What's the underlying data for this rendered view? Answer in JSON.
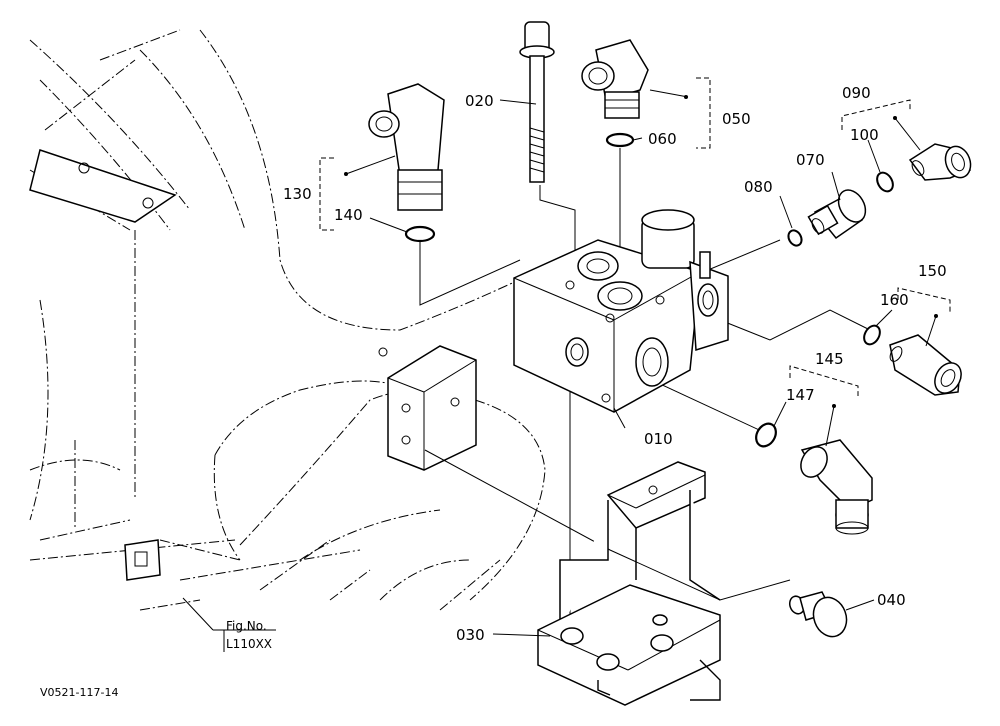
{
  "labels": {
    "p010": "010",
    "p020": "020",
    "p030": "030",
    "p040": "040",
    "p050": "050",
    "p060": "060",
    "p070": "070",
    "p080": "080",
    "p090": "090",
    "p100": "100",
    "p130": "130",
    "p140": "140",
    "p145": "145",
    "p147": "147",
    "p150": "150",
    "p160": "160"
  },
  "figure_ref": {
    "line1": "Fig.No.",
    "line2": "L110XX"
  },
  "drawing_code": "V0521-117-14"
}
